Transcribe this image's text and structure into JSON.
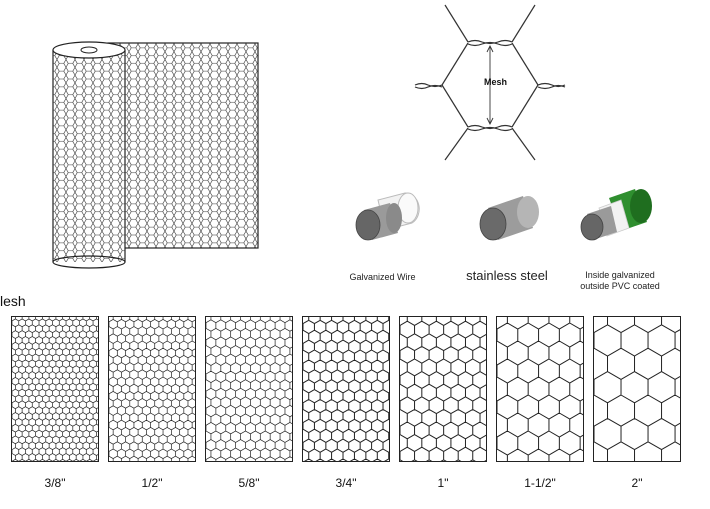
{
  "diagram": {
    "mesh_label": "Mesh",
    "section_label": "lesh",
    "wire_types": [
      {
        "label": "Galvanized Wire",
        "color": "#777777",
        "coat": "#e8e8e8"
      },
      {
        "label": "stainless steel",
        "color": "#8a8a8a",
        "coat": null
      },
      {
        "label_line1": "Inside galvanized",
        "label_line2": "outside PVC coated",
        "color": "#777777",
        "coat": "#2e8b2e"
      }
    ],
    "sizes": [
      "3/8\"",
      "1/2\"",
      "5/8\"",
      "3/4\"",
      "1\"",
      "1-1/2\"",
      "2\""
    ],
    "size_hex_scale": [
      0.375,
      0.5,
      0.625,
      0.75,
      1.0,
      1.5,
      2.0
    ]
  }
}
